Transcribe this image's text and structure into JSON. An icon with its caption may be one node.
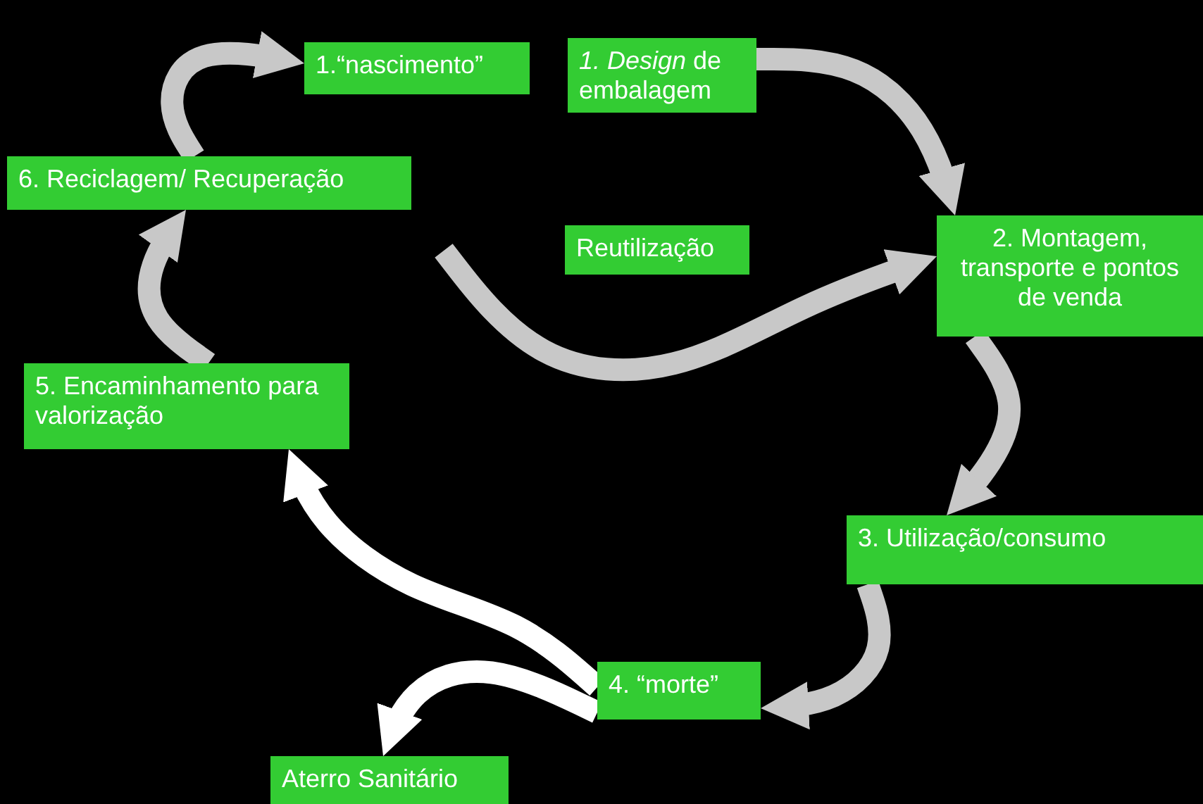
{
  "diagram": {
    "nodes": [
      {
        "text": [
          "1.“nascimento”"
        ]
      },
      {
        "text": [
          "*1. Design* de embalagem"
        ]
      },
      {
        "text": [
          "6. Reciclagem/ Recuperação"
        ]
      },
      {
        "text": [
          "Reutilização"
        ]
      },
      {
        "text": [
          "2. Montagem, transporte e pontos de venda"
        ]
      },
      {
        "text": [
          "5. Encaminhamento para valorização"
        ]
      },
      {
        "text": [
          "3. Utilização/consumo"
        ]
      },
      {
        "text": [
          "4. “morte”"
        ]
      },
      {
        "text": [
          "Aterro Sanitário"
        ]
      }
    ],
    "edges": [
      {
        "from": 1,
        "to": 4,
        "arrow": "to"
      },
      {
        "from": 4,
        "to": 6,
        "arrow": "to"
      },
      {
        "from": 6,
        "to": 7,
        "arrow": "to"
      },
      {
        "from": 7,
        "to": 5,
        "arrow": "to",
        "color": "#ffffff"
      },
      {
        "from": 7,
        "to": 8,
        "arrow": "to",
        "color": "#ffffff"
      },
      {
        "from": 5,
        "to": 2,
        "arrow": "to"
      },
      {
        "from": 2,
        "to": 0,
        "arrow": "to"
      },
      {
        "from": null,
        "to": 4,
        "arrow": "to"
      }
    ]
  }
}
